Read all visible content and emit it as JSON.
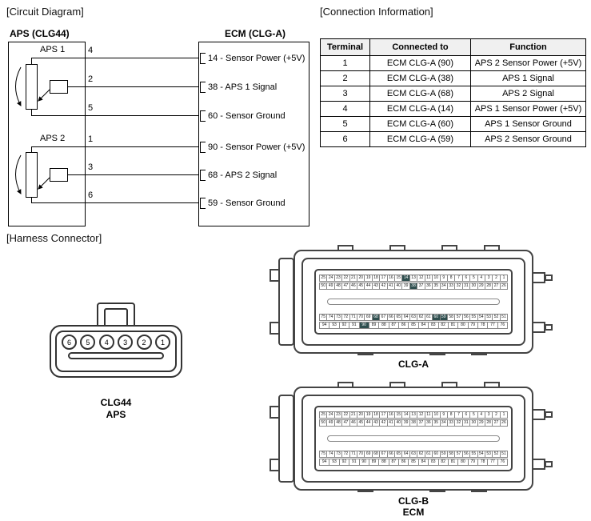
{
  "labels": {
    "circuit_diagram": "[Circuit Diagram]",
    "connection_information": "[Connection Information]",
    "harness_connector": "[Harness Connector]"
  },
  "colors": {
    "table_header_bg": "#f0f0f0",
    "highlight_pin": "#2f4f4f"
  },
  "circuit": {
    "aps_title": "APS (CLG44)",
    "ecm_title": "ECM (CLG-A)",
    "sensor1_label": "APS 1",
    "sensor2_label": "APS 2",
    "wires": [
      {
        "pin": "4",
        "ecm_label": "14 - Sensor Power (+5V)"
      },
      {
        "pin": "2",
        "ecm_label": "38 - APS 1 Signal"
      },
      {
        "pin": "5",
        "ecm_label": "60 - Sensor Ground"
      },
      {
        "pin": "1",
        "ecm_label": "90 - Sensor Power (+5V)"
      },
      {
        "pin": "3",
        "ecm_label": "68 - APS 2 Signal"
      },
      {
        "pin": "6",
        "ecm_label": "59 - Sensor Ground"
      }
    ]
  },
  "connection_table": {
    "headers": [
      "Terminal",
      "Connected to",
      "Function"
    ],
    "rows": [
      [
        "1",
        "ECM CLG-A (90)",
        "APS 2 Sensor Power (+5V)"
      ],
      [
        "2",
        "ECM CLG-A (38)",
        "APS 1 Signal"
      ],
      [
        "3",
        "ECM CLG-A (68)",
        "APS 2 Signal"
      ],
      [
        "4",
        "ECM CLG-A (14)",
        "APS 1 Sensor Power (+5V)"
      ],
      [
        "5",
        "ECM CLG-A (60)",
        "APS 1 Sensor Ground"
      ],
      [
        "6",
        "ECM CLG-A (59)",
        "APS 2 Sensor Ground"
      ]
    ]
  },
  "harness": {
    "clg44": {
      "pins": [
        "6",
        "5",
        "4",
        "3",
        "2",
        "1"
      ],
      "label_line1": "CLG44",
      "label_line2": "APS"
    },
    "ecm_connectors": [
      {
        "label_line1": "CLG-A",
        "label_line2": "",
        "pin_blocks": [
          [
            {
              "from": 25,
              "to": 1
            },
            {
              "from": 50,
              "to": 26
            }
          ],
          [
            {
              "from": 75,
              "to": 51
            },
            {
              "from": 94,
              "to": 76
            }
          ]
        ],
        "highlight_pins": [
          14,
          38,
          59,
          60,
          68,
          90
        ]
      },
      {
        "label_line1": "CLG-B",
        "label_line2": "ECM",
        "pin_blocks": [
          [
            {
              "from": 25,
              "to": 1
            },
            {
              "from": 50,
              "to": 26
            }
          ],
          [
            {
              "from": 75,
              "to": 51
            },
            {
              "from": 94,
              "to": 76
            }
          ]
        ],
        "highlight_pins": []
      }
    ]
  }
}
